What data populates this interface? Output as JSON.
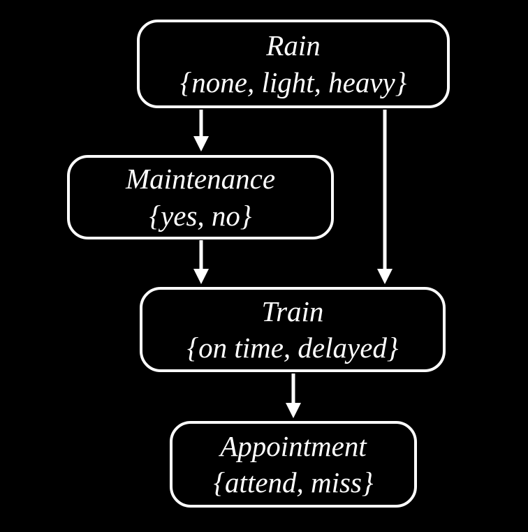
{
  "diagram": {
    "type": "bayesian-network",
    "nodes": [
      {
        "id": "rain",
        "title": "Rain",
        "values": "{none, light, heavy}"
      },
      {
        "id": "maintenance",
        "title": "Maintenance",
        "values": "{yes, no}"
      },
      {
        "id": "train",
        "title": "Train",
        "values": "{on time, delayed}"
      },
      {
        "id": "appointment",
        "title": "Appointment",
        "values": "{attend, miss}"
      }
    ],
    "edges": [
      {
        "from": "rain",
        "to": "maintenance"
      },
      {
        "from": "rain",
        "to": "train"
      },
      {
        "from": "maintenance",
        "to": "train"
      },
      {
        "from": "train",
        "to": "appointment"
      }
    ]
  },
  "colors": {
    "background": "#000000",
    "node_fill": "#000000",
    "node_border": "#ffffff",
    "text": "#ffffff",
    "arrow": "#ffffff"
  }
}
